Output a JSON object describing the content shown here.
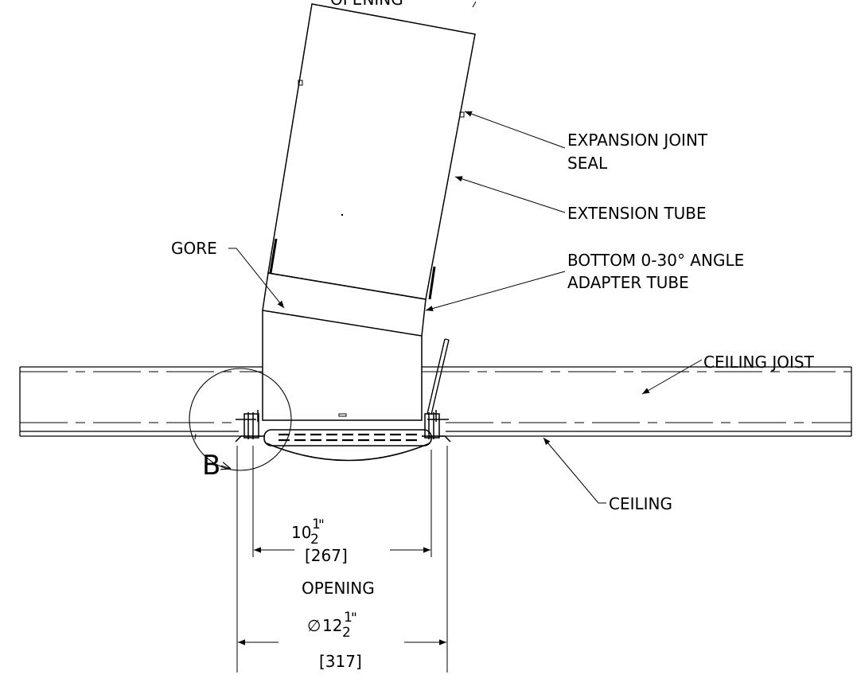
{
  "callouts": {
    "opening_top": "OPENING",
    "expansion_joint_seal_line1": "EXPANSION JOINT",
    "expansion_joint_seal_line2": "SEAL",
    "extension_tube": "EXTENSION TUBE",
    "gore": "GORE",
    "adapter_line1": "BOTTOM 0-30° ANGLE",
    "adapter_line2": "ADAPTER TUBE",
    "ceiling_joist": "CEILING JOIST",
    "ceiling": "CEILING",
    "detail_b": "B"
  },
  "dimensions": {
    "opening": {
      "whole": "10",
      "num": "1",
      "den": "2",
      "unit": "\"",
      "metric": "[267]",
      "label": "OPENING"
    },
    "diameter": {
      "symbol": "∅",
      "whole": "12",
      "num": "1",
      "den": "2",
      "unit": "\"",
      "metric": "[317]"
    }
  }
}
